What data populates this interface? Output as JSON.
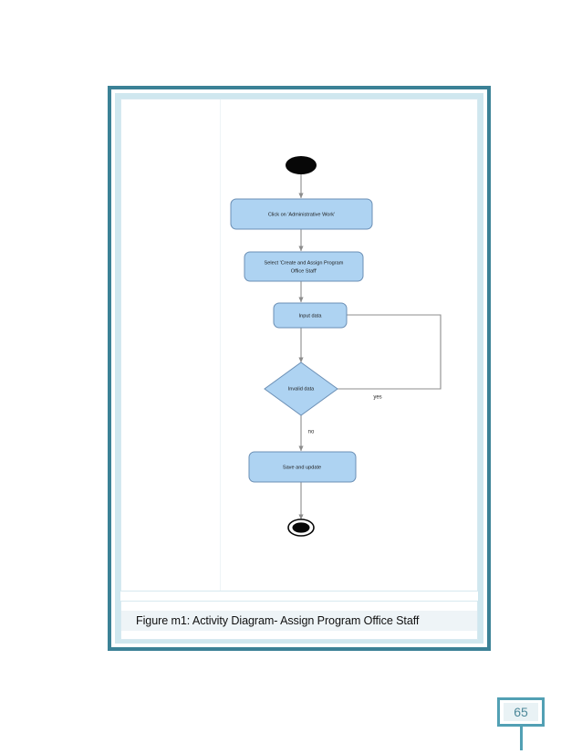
{
  "page": {
    "number": "65",
    "caption": "Figure m1: Activity Diagram- Assign Program Office Staff"
  },
  "colors": {
    "frame_outer": "#3b8196",
    "frame_inner": "#cfe7ef",
    "node_fill": "#aed3f2",
    "node_stroke": "#6b8fb5",
    "connector": "#8c8c8c",
    "caption_highlight": "#eef4f7",
    "page_number_text": "#4d8899"
  },
  "chart_data": {
    "type": "diagram",
    "diagram_kind": "uml-activity-diagram",
    "title": "Figure m1: Activity Diagram- Assign Program Office Staff",
    "nodes": [
      {
        "id": "start",
        "kind": "initial-node",
        "label": ""
      },
      {
        "id": "n1",
        "kind": "action",
        "label": "Click on 'Administrative Work'"
      },
      {
        "id": "n2",
        "kind": "action",
        "label": "Select 'Create and Assign Program Office Staff'",
        "label_line1": "Select 'Create and Assign Program",
        "label_line2": "Office Staff'"
      },
      {
        "id": "n3",
        "kind": "action",
        "label": "Input data"
      },
      {
        "id": "d1",
        "kind": "decision",
        "label": "Invalid data"
      },
      {
        "id": "n4",
        "kind": "action",
        "label": "Save and update"
      },
      {
        "id": "end",
        "kind": "final-node",
        "label": ""
      }
    ],
    "edges": [
      {
        "from": "start",
        "to": "n1",
        "label": ""
      },
      {
        "from": "n1",
        "to": "n2",
        "label": ""
      },
      {
        "from": "n2",
        "to": "n3",
        "label": ""
      },
      {
        "from": "n3",
        "to": "d1",
        "label": ""
      },
      {
        "from": "d1",
        "to": "n3",
        "label": "yes",
        "routing": "right-up-left-loopback"
      },
      {
        "from": "d1",
        "to": "n4",
        "label": "no",
        "routing": "down"
      },
      {
        "from": "n4",
        "to": "end",
        "label": ""
      }
    ],
    "edge_labels": {
      "yes": "yes",
      "no": "no"
    }
  }
}
